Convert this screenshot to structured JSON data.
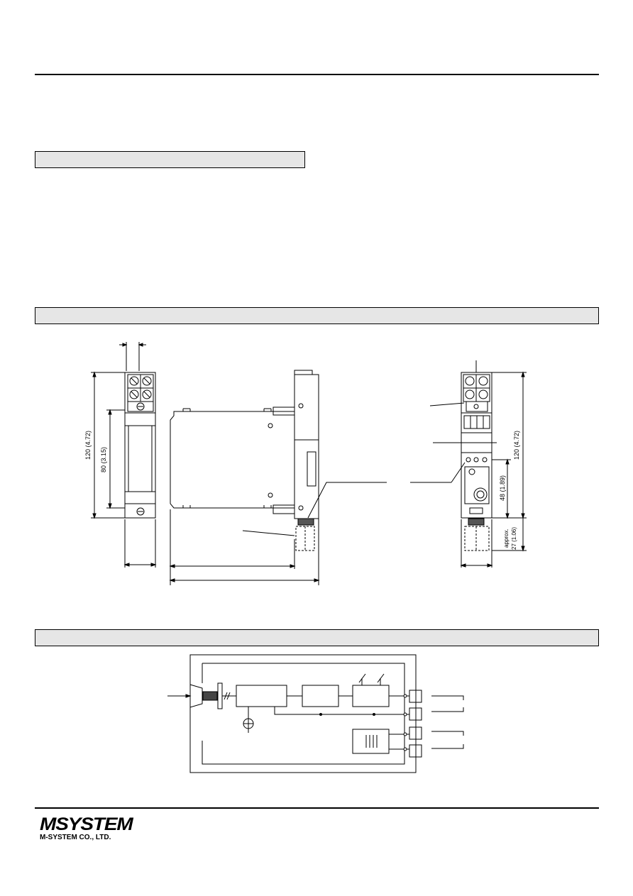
{
  "dimension_labels": {
    "front_height": "120 (4.72)",
    "front_inner": "80 (3.15)",
    "rear_height": "120 (4.72)",
    "rear_inner": "48 (1.89)",
    "connector": "approx.",
    "connector_dim": "27 (1.06)"
  },
  "footer": {
    "logo": "MSYSTEM",
    "company": "M-SYSTEM CO., LTD."
  }
}
